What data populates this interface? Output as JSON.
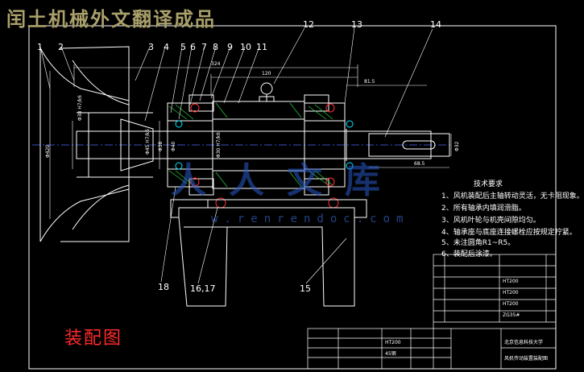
{
  "watermark_title": "闰土机械外文翻译成品",
  "label": "装配图",
  "brand_watermark": {
    "cn": "人人文库",
    "url": "w.renrendoc.com"
  },
  "callouts": [
    "1",
    "2",
    "3",
    "4",
    "5",
    "6",
    "7",
    "8",
    "9",
    "10",
    "11",
    "12",
    "13",
    "14",
    "15",
    "16,17",
    "18"
  ],
  "dimensions": {
    "d1": "324",
    "d2": "81.5",
    "d3": "120",
    "d4": "68.5",
    "d5": "Φ38 H7/k6",
    "d6": "Φ45 H7/k6",
    "d7": "Φ38",
    "d8": "Φ40",
    "d9": "Φ30 H7/k6",
    "d10": "Φ420",
    "d11": "Φ32"
  },
  "requirements": {
    "title": "技术要求",
    "items": [
      "1、风机装配后主轴转动灵活，无卡阻现象。",
      "2、所有轴承内填润滑脂。",
      "3、风机叶轮与机壳间隙均匀。",
      "4、轴承座与底座连接螺栓应按规定拧紧。",
      "5、未注圆角R1~R5。",
      "6、装配后涂漆。"
    ]
  },
  "title_block": {
    "school": "北京信息科技大学",
    "drawing": "风机传动装置装配图",
    "material1": "HT200",
    "material2": "45钢",
    "parts": [
      "HT200",
      "HT200",
      "HT200",
      "ZG35#"
    ]
  }
}
